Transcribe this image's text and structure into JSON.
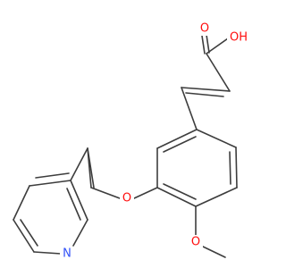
{
  "colors": {
    "bond": "#3d3d3d",
    "oxygen": "#ff0d0d",
    "nitrogen": "#3050f8",
    "background": "#ffffff"
  },
  "atoms": {
    "o_carbonyl": {
      "symbol": "O",
      "color": "#ff0d0d"
    },
    "oh": {
      "symbol": "OH",
      "color": "#ff0d0d"
    },
    "o_ether_benzyl": {
      "symbol": "O",
      "color": "#ff0d0d"
    },
    "o_methoxy": {
      "symbol": "O",
      "color": "#ff0d0d"
    },
    "n_pyridine": {
      "symbol": "N",
      "color": "#3050f8"
    }
  }
}
